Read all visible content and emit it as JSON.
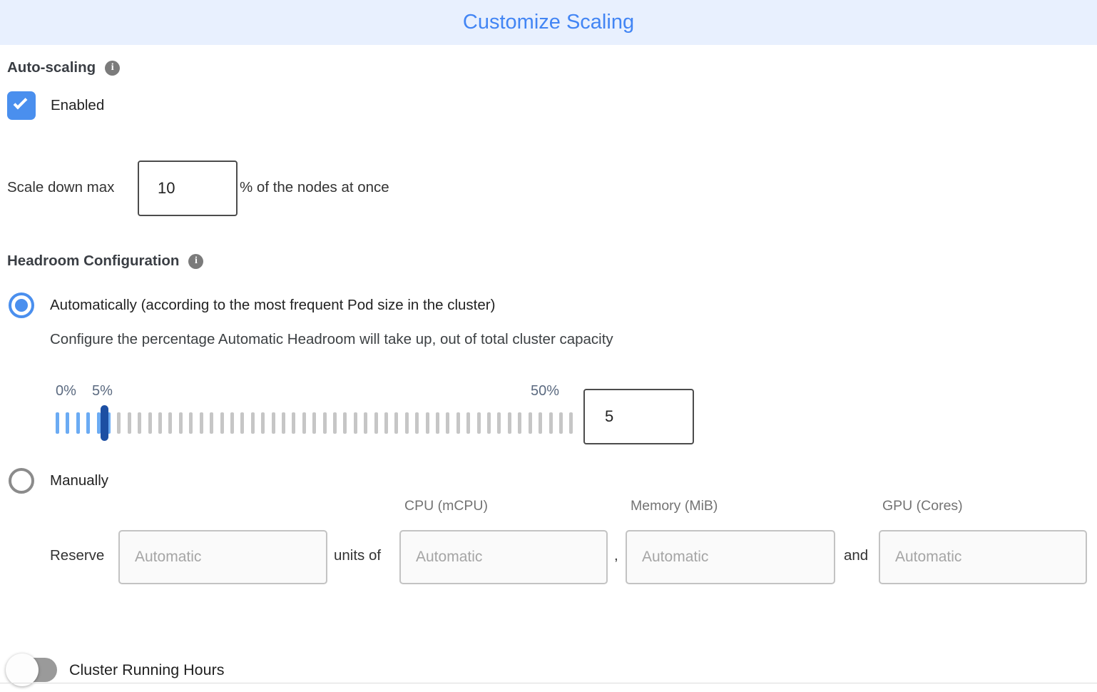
{
  "header": {
    "title": "Customize Scaling"
  },
  "auto_scaling": {
    "label": "Auto-scaling",
    "enabled_label": "Enabled",
    "checkbox_checked": true
  },
  "scale_down": {
    "prefix": "Scale down max",
    "value": "10",
    "suffix": "% of the nodes at once"
  },
  "headroom": {
    "label": "Headroom Configuration",
    "auto_option": "Automatically (according to the most frequent Pod size in the cluster)",
    "auto_selected": true,
    "auto_description": "Configure the percentage Automatic Headroom will take up, out of total cluster capacity",
    "manual_option": "Manually",
    "manual_selected": false,
    "slider": {
      "min_label": "0%",
      "current_label": "5%",
      "max_label": "50%",
      "value": "5",
      "total_ticks": 51,
      "active_ticks": 6
    }
  },
  "reserve": {
    "label": "Reserve",
    "units_of": "units of",
    "comma": ",",
    "and": "and",
    "columns": [
      "CPU (mCPU)",
      "Memory (MiB)",
      "GPU (Cores)"
    ],
    "placeholders": [
      "Automatic",
      "Automatic",
      "Automatic",
      "Automatic"
    ]
  },
  "cluster_running_hours": {
    "label": "Cluster Running Hours",
    "toggle_on": false
  },
  "icons": {
    "info": "i"
  },
  "colors": {
    "accent_blue": "#4285f4",
    "header_bg": "#e8f0fe",
    "checkbox_blue": "#4a8fee",
    "slider_active": "#6babf3",
    "slider_handle": "#1d4fa3",
    "slider_inactive": "#c6c6c6"
  }
}
